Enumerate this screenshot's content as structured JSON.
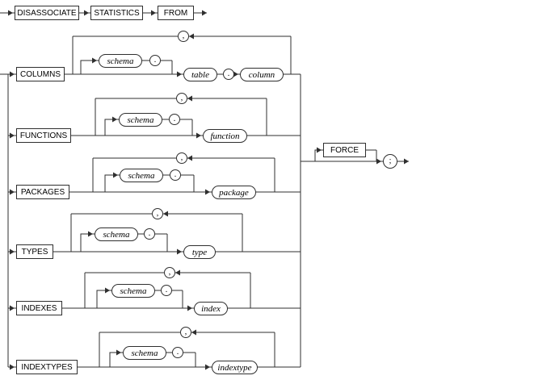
{
  "diagram": {
    "statement": [
      {
        "label": "DISASSOCIATE"
      },
      {
        "label": "STATISTICS"
      },
      {
        "label": "FROM"
      }
    ],
    "alternatives": [
      {
        "keyword": "COLUMNS",
        "schema": "schema",
        "schema_separator": ".",
        "object": "table",
        "object_separator": ".",
        "subobject": "column",
        "repeat_separator": ","
      },
      {
        "keyword": "FUNCTIONS",
        "schema": "schema",
        "schema_separator": ".",
        "object": "function",
        "repeat_separator": ","
      },
      {
        "keyword": "PACKAGES",
        "schema": "schema",
        "schema_separator": ".",
        "object": "package",
        "repeat_separator": ","
      },
      {
        "keyword": "TYPES",
        "schema": "schema",
        "schema_separator": ".",
        "object": "type",
        "repeat_separator": ","
      },
      {
        "keyword": "INDEXES",
        "schema": "schema",
        "schema_separator": ".",
        "object": "index",
        "repeat_separator": ","
      },
      {
        "keyword": "INDEXTYPES",
        "schema": "schema",
        "schema_separator": ".",
        "object": "indextype",
        "repeat_separator": ","
      }
    ],
    "optional_keyword": "FORCE",
    "terminator": ";"
  },
  "colors": {
    "line": "#2f2f2f",
    "text": "#000000",
    "background": "#ffffff"
  }
}
